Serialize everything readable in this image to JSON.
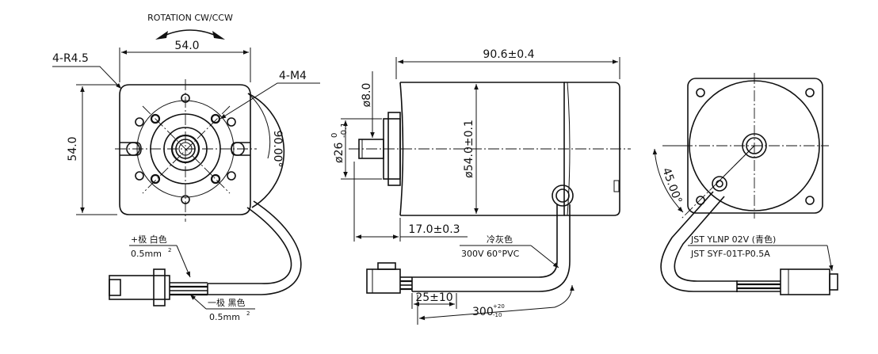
{
  "front_view": {
    "rotation": "ROTATION CW/CCW",
    "width": "54.0",
    "height": "54.0",
    "corner_radius": "4-R4.5",
    "screw": "4-M4",
    "hole_pitch": "90.00°",
    "lead_pos": "+极 白色",
    "lead_pos_size": "0.5mm",
    "lead_neg": "一极 黑色",
    "lead_neg_size": "0.5mm",
    "sq": "2"
  },
  "side_view": {
    "length": "90.6±0.4",
    "shaft_dia": "ø8.0",
    "pilot_base": "ø26",
    "pilot_sup": "0",
    "pilot_sub": "-0.1",
    "body_dia": "ø54.0±0.1",
    "shaft_len": "17.0±0.3",
    "cable_color": "冷灰色",
    "cable_spec": "300V 60°PVC",
    "strip_len": "25±10",
    "lead_len_base": "300",
    "lead_len_sup": "+20",
    "lead_len_sub": "-10"
  },
  "rear_view": {
    "angle": "45.00°",
    "connector_housing": "JST YLNP 02V (青色)",
    "connector_terminal": "JST SYF-01T-P0.5A"
  }
}
